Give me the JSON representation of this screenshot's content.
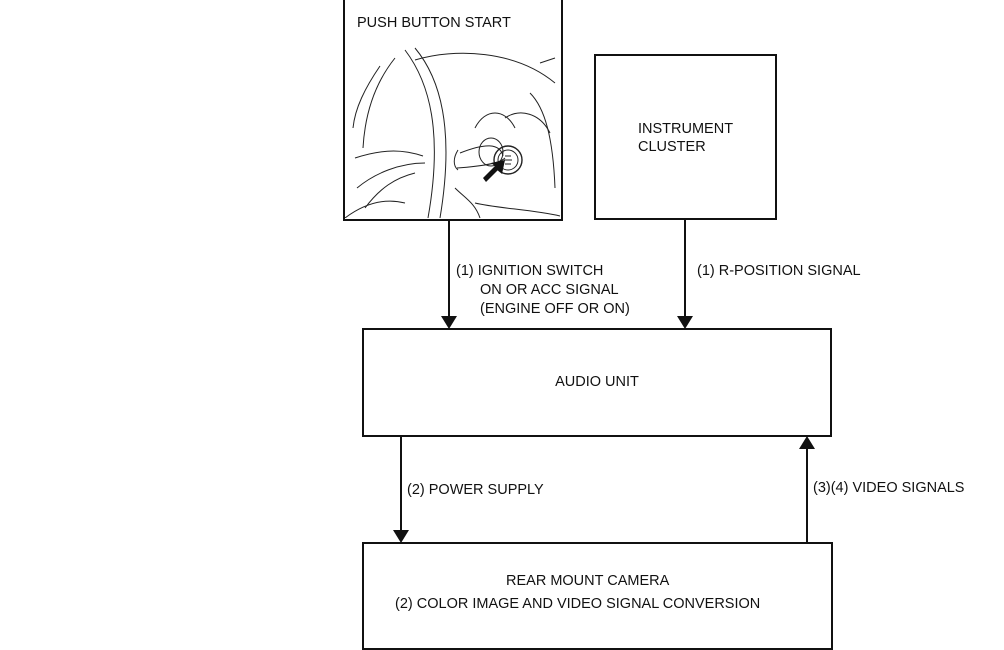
{
  "diagram": {
    "blocks": {
      "push_button_start": {
        "title": "PUSH BUTTON START"
      },
      "instrument_cluster": {
        "line1": "INSTRUMENT",
        "line2": "CLUSTER"
      },
      "audio_unit": {
        "title": "AUDIO UNIT"
      },
      "rear_mount_camera": {
        "title": "REAR MOUNT CAMERA",
        "subtitle": "(2) COLOR IMAGE AND VIDEO SIGNAL CONVERSION"
      }
    },
    "connections": [
      {
        "from": "push_button_start",
        "to": "audio_unit",
        "label_lines": [
          "(1) IGNITION SWITCH",
          "ON OR ACC SIGNAL",
          "(ENGINE OFF OR ON)"
        ]
      },
      {
        "from": "instrument_cluster",
        "to": "audio_unit",
        "label_lines": [
          "(1) R-POSITION SIGNAL"
        ]
      },
      {
        "from": "audio_unit",
        "to": "rear_mount_camera",
        "label_lines": [
          "(2) POWER SUPPLY"
        ]
      },
      {
        "from": "rear_mount_camera",
        "to": "audio_unit",
        "label_lines": [
          "(3)(4) VIDEO SIGNALS"
        ]
      }
    ]
  }
}
